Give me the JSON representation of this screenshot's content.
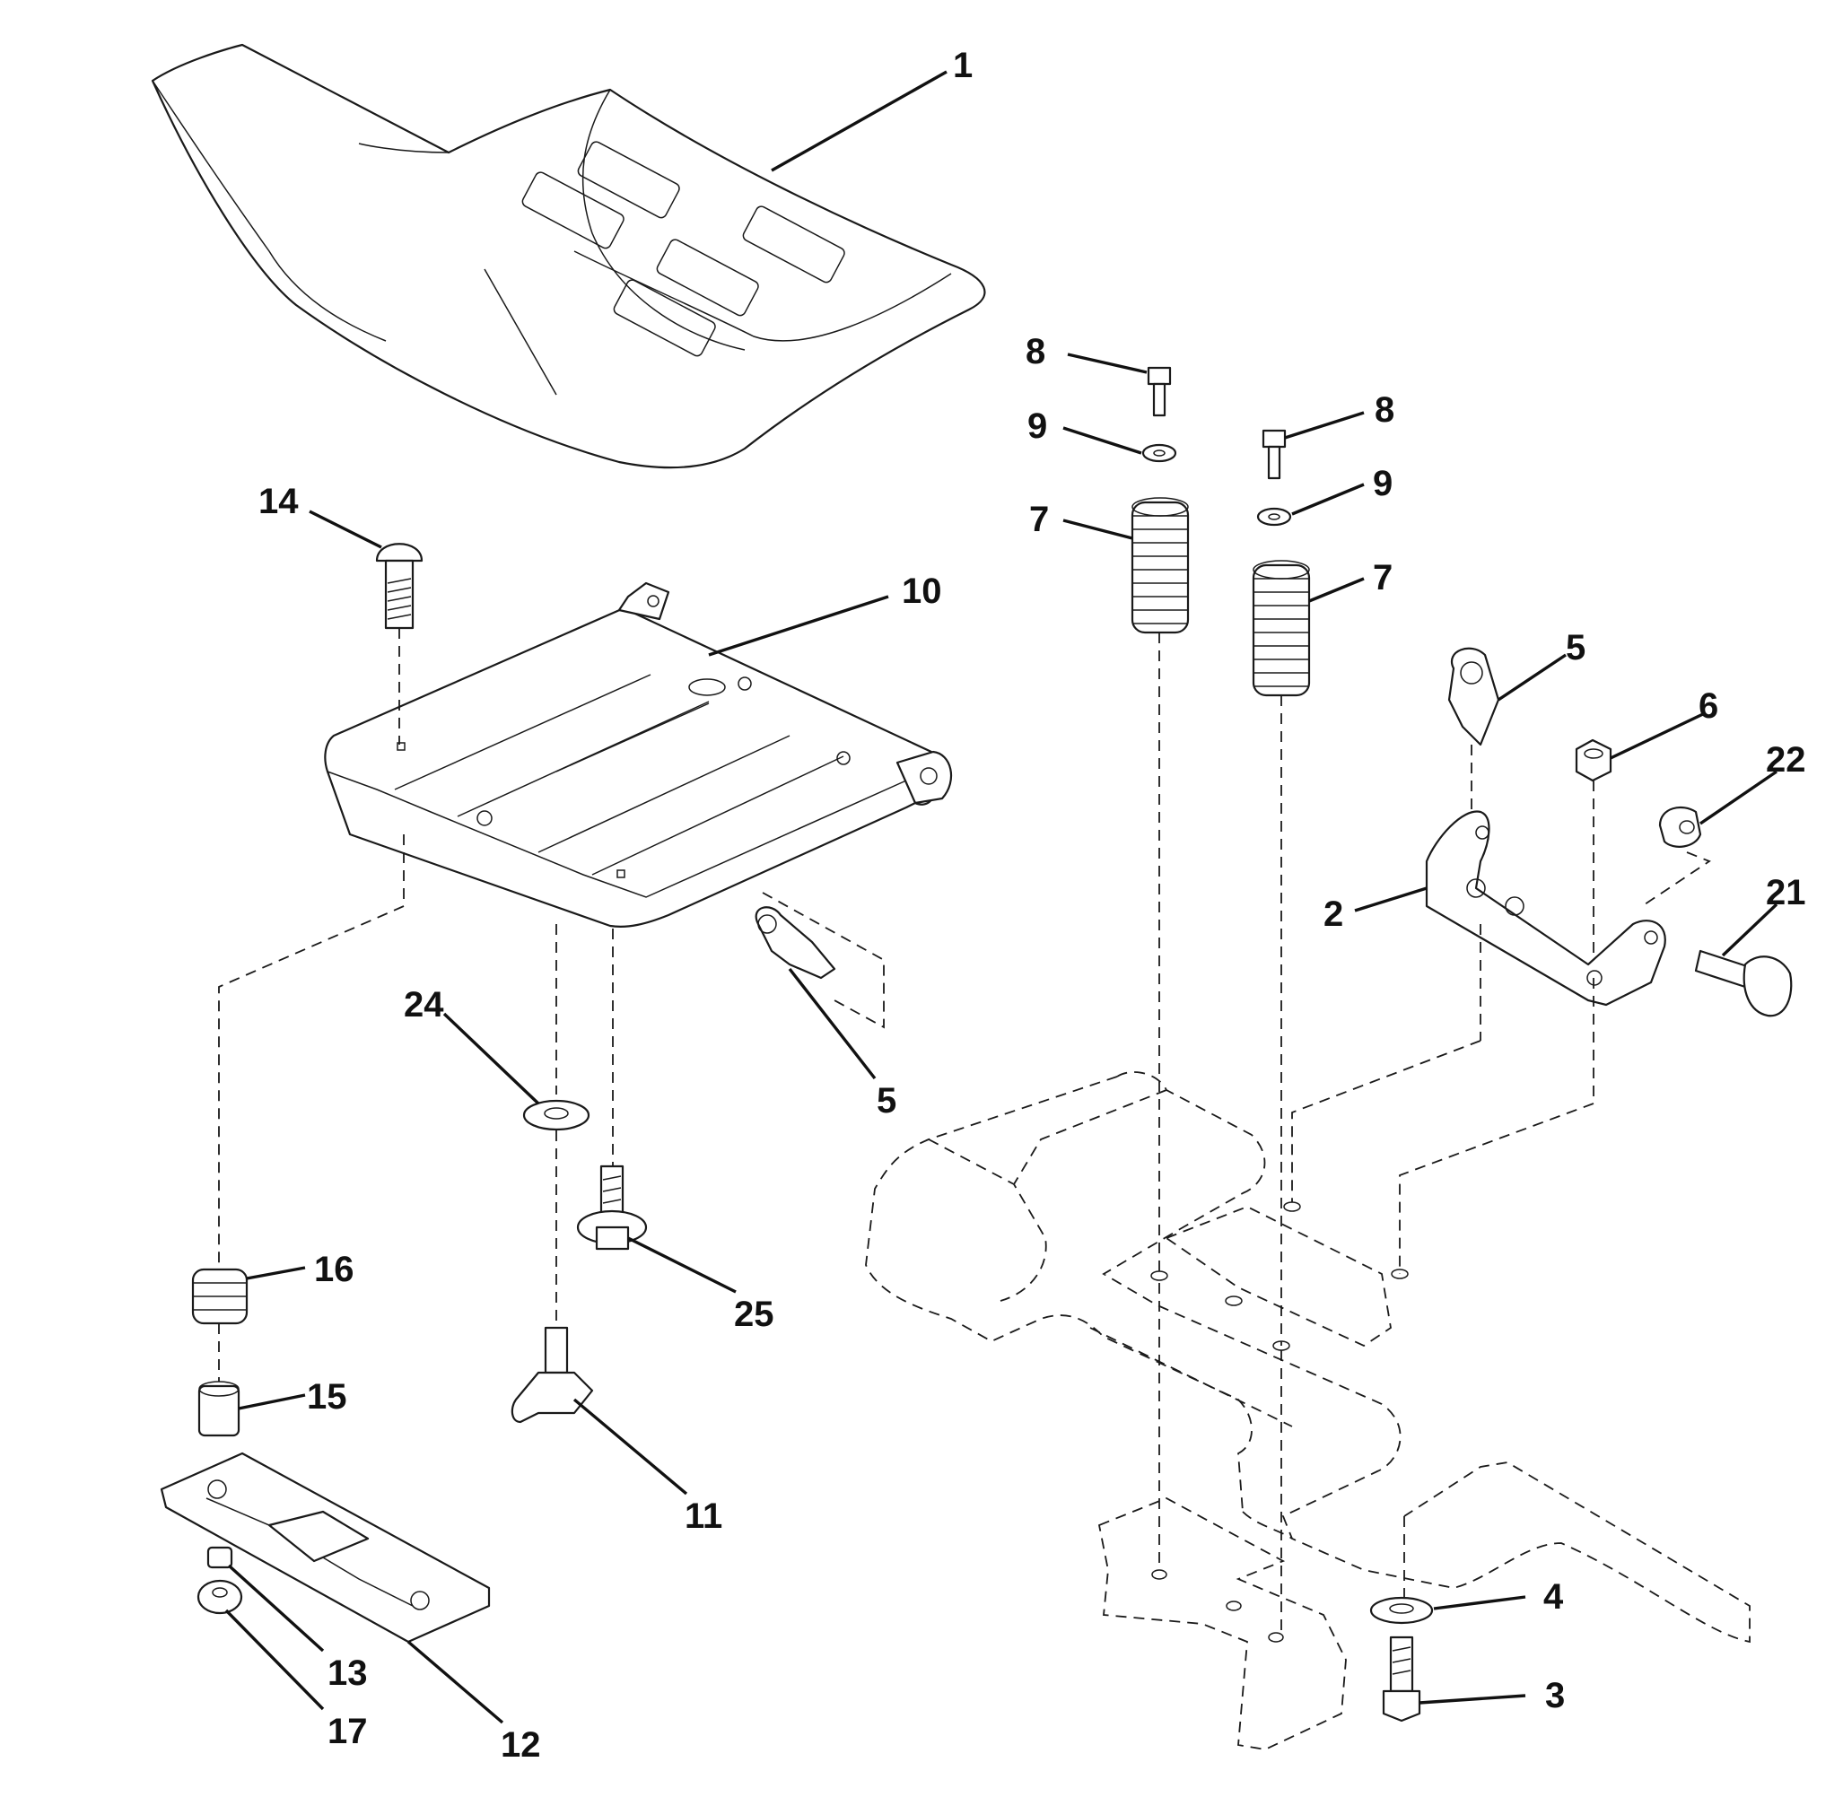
{
  "callouts": [
    {
      "id": "c1",
      "label": "1"
    },
    {
      "id": "c8a",
      "label": "8"
    },
    {
      "id": "c9a",
      "label": "9"
    },
    {
      "id": "c7a",
      "label": "7"
    },
    {
      "id": "c8b",
      "label": "8"
    },
    {
      "id": "c9b",
      "label": "9"
    },
    {
      "id": "c7b",
      "label": "7"
    },
    {
      "id": "c14",
      "label": "14"
    },
    {
      "id": "c10",
      "label": "10"
    },
    {
      "id": "c5a",
      "label": "5"
    },
    {
      "id": "c6",
      "label": "6"
    },
    {
      "id": "c22",
      "label": "22"
    },
    {
      "id": "c21",
      "label": "21"
    },
    {
      "id": "c2",
      "label": "2"
    },
    {
      "id": "c24",
      "label": "24"
    },
    {
      "id": "c5b",
      "label": "5"
    },
    {
      "id": "c25",
      "label": "25"
    },
    {
      "id": "c16",
      "label": "16"
    },
    {
      "id": "c15",
      "label": "15"
    },
    {
      "id": "c11",
      "label": "11"
    },
    {
      "id": "c13",
      "label": "13"
    },
    {
      "id": "c17",
      "label": "17"
    },
    {
      "id": "c12",
      "label": "12"
    },
    {
      "id": "c4",
      "label": "4"
    },
    {
      "id": "c3",
      "label": "3"
    }
  ]
}
